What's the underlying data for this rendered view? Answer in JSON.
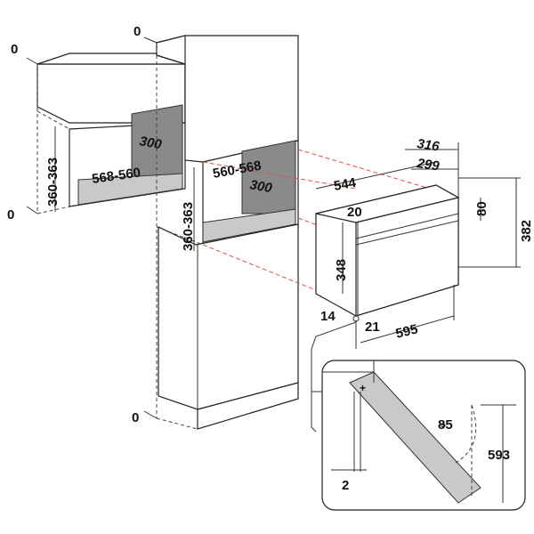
{
  "colors": {
    "line": "#222222",
    "cavity": "#8a8a8a",
    "guide": "#d9534f",
    "background": "#ffffff"
  },
  "labels": {
    "zero_top_left": "0",
    "zero_top_mid": "0",
    "zero_left_low": "0",
    "zero_bottom": "0",
    "wall_height": "360-363",
    "wall_width": "568-560",
    "wall_depth": "300",
    "col_height": "360-363",
    "col_width": "560-568",
    "col_depth": "300",
    "oven_depth_total": "544",
    "oven_depth_a": "316",
    "oven_depth_b": "299",
    "oven_front_offset": "20",
    "oven_top_gap": "80",
    "oven_height_total": "382",
    "oven_inner_height": "348",
    "oven_bottom_left": "14",
    "oven_bottom_mid": "21",
    "oven_width": "595",
    "door_angle": "85",
    "door_height": "593",
    "door_offset": "2"
  }
}
